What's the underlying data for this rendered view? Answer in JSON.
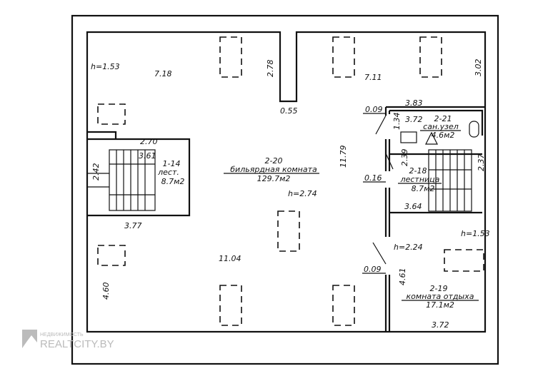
{
  "rooms": [
    {
      "id": "2-20",
      "name": "бильярдная комната",
      "area": "129.7м2"
    },
    {
      "id": "1-14",
      "name": "лест.",
      "area": "8.7м2"
    },
    {
      "id": "2-21",
      "name": "сан.узел",
      "area": "4.6м2"
    },
    {
      "id": "2-18",
      "name": "лестница",
      "area": "8.7м2"
    },
    {
      "id": "2-19",
      "name": "комната отдыха",
      "area": "17.1м2"
    }
  ],
  "heights": [
    "h=1.53",
    "h=2.74",
    "h=1.53",
    "h=2.24"
  ],
  "dimensions": [
    "7.18",
    "2.78",
    "7.11",
    "3.02",
    "0.55",
    "3.83",
    "0.09",
    "3.72",
    "1.34",
    "2.70",
    "3.61",
    "2.42",
    "11.79",
    "2.39",
    "2.37",
    "0.16",
    "3.64",
    "3.77",
    "11.04",
    "0.09",
    "4.61",
    "4.60",
    "3.72"
  ],
  "watermark": {
    "small": "НЕДВИЖИМОСТЬ",
    "brand": "REALTCITY.BY"
  }
}
